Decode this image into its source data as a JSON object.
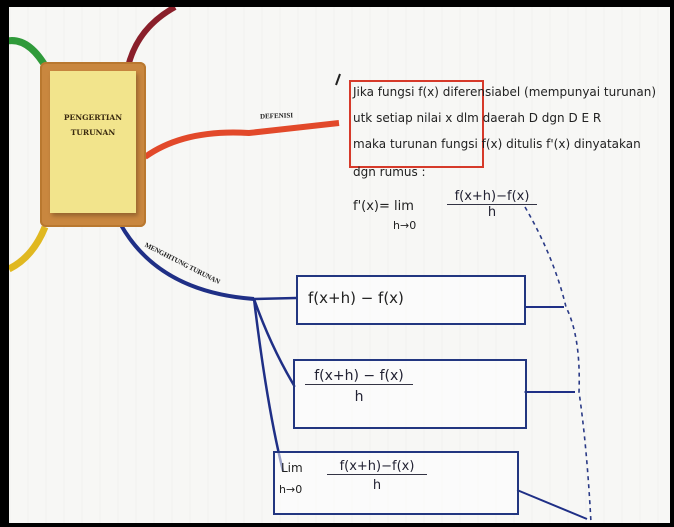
{
  "central_topic": "PENGERTIAN\nTURUNAN",
  "branches": {
    "definition_label": "DEFENISI",
    "compute_label": "MENGHITUNG TURUNAN"
  },
  "definition": {
    "line1": "Jika fungsi f(x) diferensiabel (mempunyai turunan)",
    "line2": "utk setiap nilai x dlm daerah D dgn D E R",
    "line3": "maka turunan fungsi f(x) ditulis f'(x) dinyatakan",
    "line4": "dgn rumus :",
    "formula_lhs": "f'(x)= lim",
    "formula_sub": "h→0",
    "formula_num": "f(x+h)−f(x)",
    "formula_den": "h"
  },
  "steps": [
    {
      "text": "f(x+h) − f(x)"
    },
    {
      "num": "f(x+h) − f(x)",
      "den": "h"
    },
    {
      "lim": "Lim",
      "sub": "h→0",
      "num": "f(x+h)−f(x)",
      "den": "h"
    }
  ],
  "colors": {
    "definition_branch": "#e2492a",
    "compute_branch": "#1f2f86",
    "highlight_box": "#d63a2a",
    "green_branch": "#2f9a3a",
    "yellow_branch": "#e0b820",
    "maroon_branch": "#8a1f2a"
  }
}
